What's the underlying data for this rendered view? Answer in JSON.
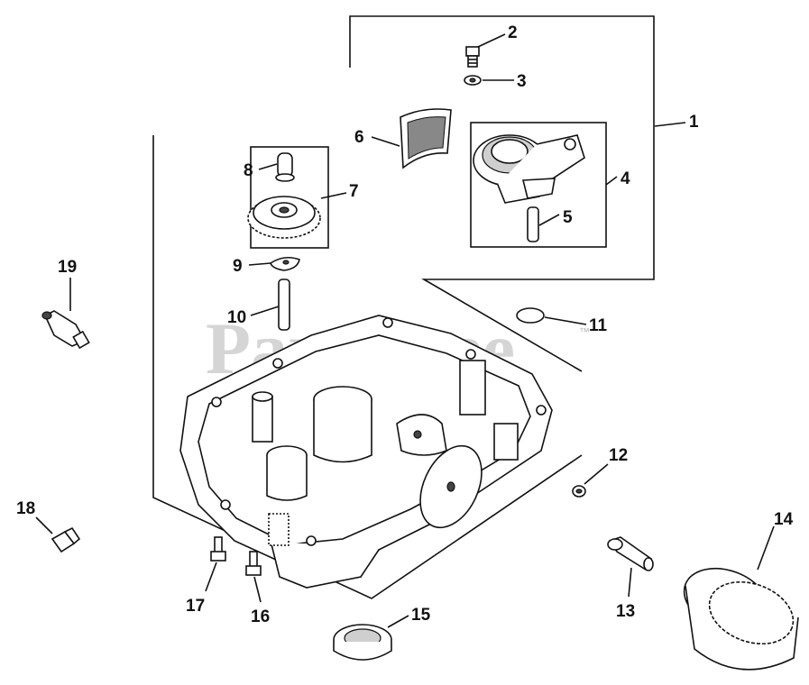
{
  "watermark": {
    "text": "PartsTree",
    "trademark": "™"
  },
  "callouts": [
    {
      "id": "1",
      "label": "1"
    },
    {
      "id": "2",
      "label": "2"
    },
    {
      "id": "3",
      "label": "3"
    },
    {
      "id": "4",
      "label": "4"
    },
    {
      "id": "5",
      "label": "5"
    },
    {
      "id": "6",
      "label": "6"
    },
    {
      "id": "7",
      "label": "7"
    },
    {
      "id": "8",
      "label": "8"
    },
    {
      "id": "9",
      "label": "9"
    },
    {
      "id": "10",
      "label": "10"
    },
    {
      "id": "11",
      "label": "11"
    },
    {
      "id": "12",
      "label": "12"
    },
    {
      "id": "13",
      "label": "13"
    },
    {
      "id": "14",
      "label": "14"
    },
    {
      "id": "15",
      "label": "15"
    },
    {
      "id": "16",
      "label": "16"
    },
    {
      "id": "17",
      "label": "17"
    },
    {
      "id": "18",
      "label": "18"
    },
    {
      "id": "19",
      "label": "19"
    }
  ]
}
